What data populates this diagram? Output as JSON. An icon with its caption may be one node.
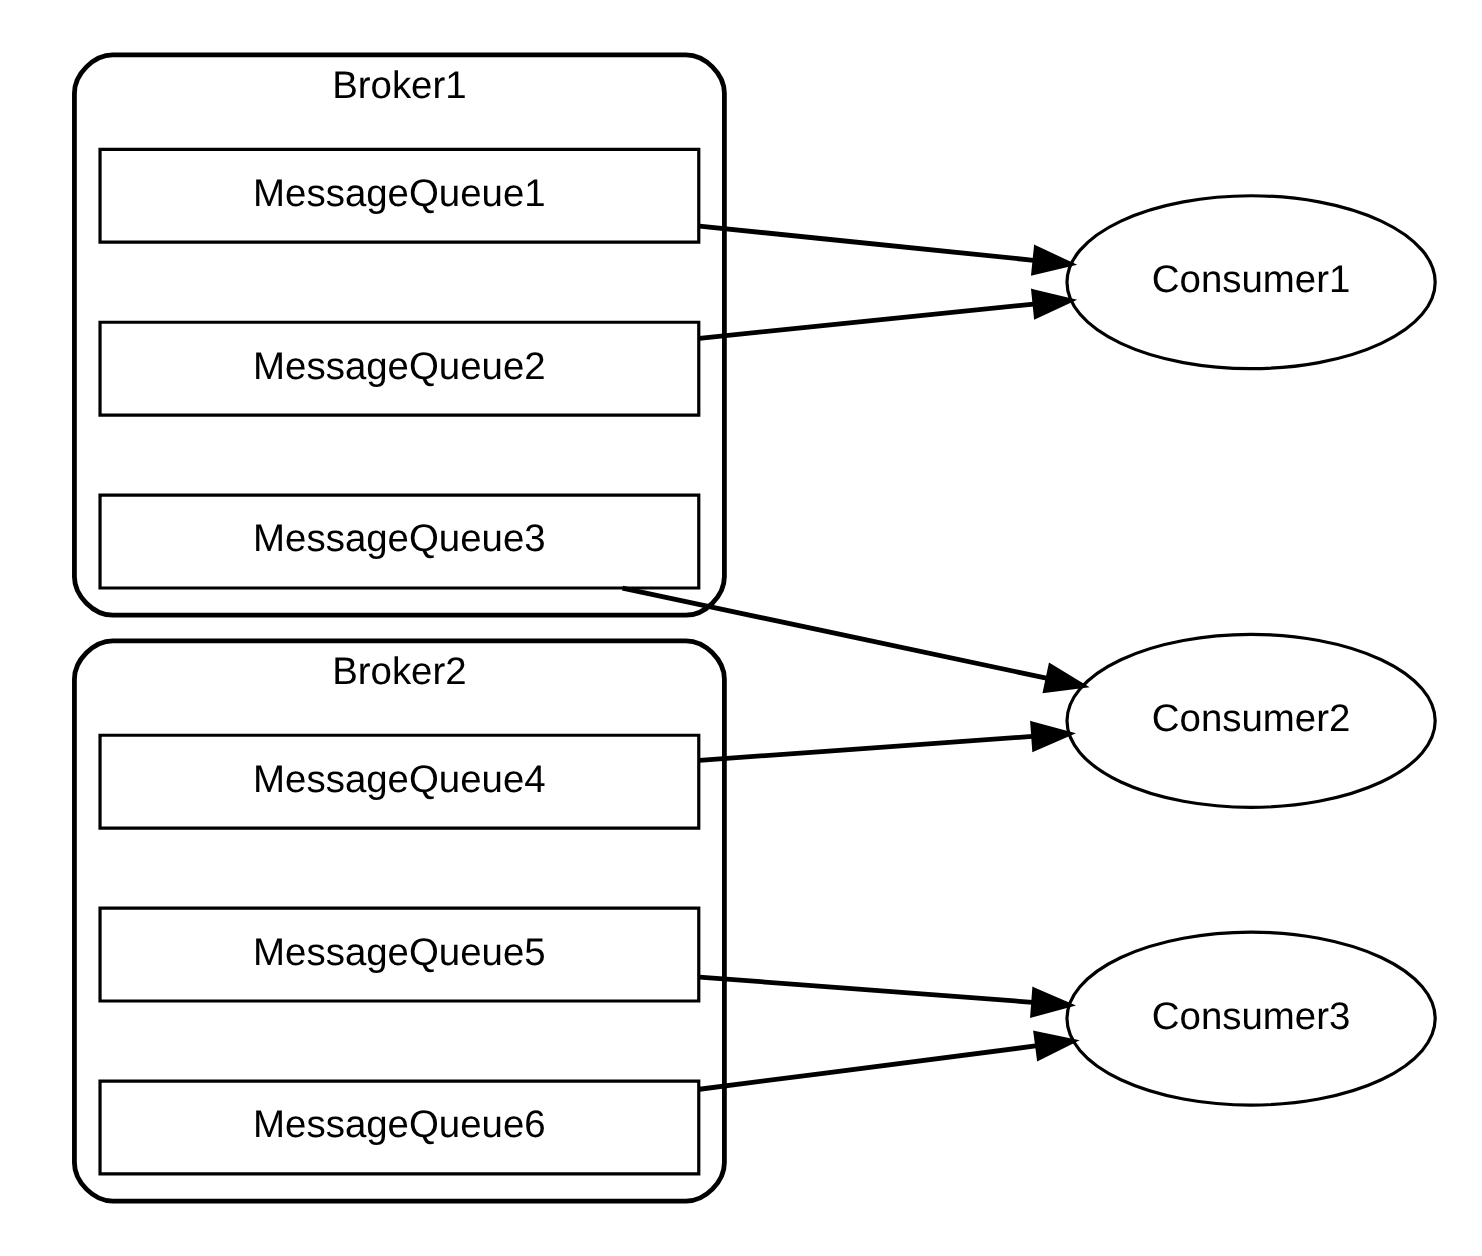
{
  "diagram": {
    "nodes": [
      {
        "text": [
          "Broker1"
        ]
      },
      {
        "text": [
          "MessageQueue1"
        ],
        "in": 0
      },
      {
        "text": [
          "MessageQueue2"
        ],
        "in": 0
      },
      {
        "text": [
          "MessageQueue3"
        ],
        "in": 0
      },
      {
        "text": [
          "Broker2"
        ]
      },
      {
        "text": [
          "MessageQueue4"
        ],
        "in": 4
      },
      {
        "text": [
          "MessageQueue5"
        ],
        "in": 4
      },
      {
        "text": [
          "MessageQueue6"
        ],
        "in": 4
      },
      {
        "text": [
          "Consumer1"
        ]
      },
      {
        "text": [
          "Consumer2"
        ]
      },
      {
        "text": [
          "Consumer3"
        ]
      }
    ],
    "edges": [
      {
        "from": 1,
        "to": 8,
        "arrow": "to"
      },
      {
        "from": 2,
        "to": 8,
        "arrow": "to"
      },
      {
        "from": 3,
        "to": 9,
        "arrow": "to"
      },
      {
        "from": 5,
        "to": 9,
        "arrow": "to"
      },
      {
        "from": 6,
        "to": 10,
        "arrow": "to"
      },
      {
        "from": 7,
        "to": 10,
        "arrow": "to"
      }
    ]
  }
}
